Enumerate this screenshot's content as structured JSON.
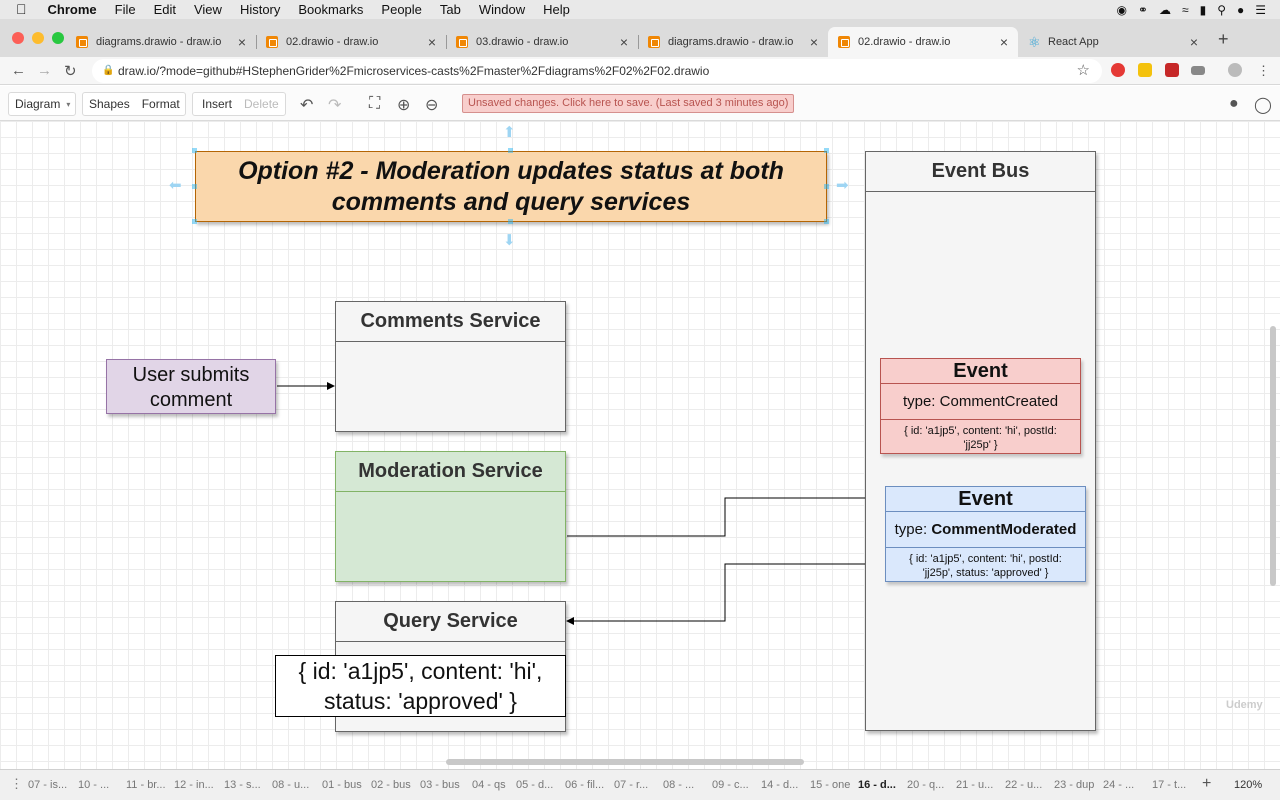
{
  "menubar": {
    "app": "Chrome",
    "items": [
      "File",
      "Edit",
      "View",
      "History",
      "Bookmarks",
      "People",
      "Tab",
      "Window",
      "Help"
    ]
  },
  "tabs": [
    {
      "title": "diagrams.drawio - draw.io",
      "active": false
    },
    {
      "title": "02.drawio - draw.io",
      "active": false
    },
    {
      "title": "03.drawio - draw.io",
      "active": false
    },
    {
      "title": "diagrams.drawio - draw.io",
      "active": false
    },
    {
      "title": "02.drawio - draw.io",
      "active": true
    },
    {
      "title": "React App",
      "active": false
    }
  ],
  "address": {
    "url": "draw.io/?mode=github#HStephenGrider%2Fmicroservices-casts%2Fmaster%2Fdiagrams%2F02%2F02.drawio"
  },
  "toolbar": {
    "diagram": "Diagram",
    "shapes": "Shapes",
    "format": "Format",
    "insert": "Insert",
    "delete": "Delete",
    "unsaved": "Unsaved changes. Click here to save. (Last saved 3 minutes ago)"
  },
  "diagram": {
    "title_line1": "Option #2 - Moderation updates status at both",
    "title_line2": "comments and query services",
    "user_box": "User submits comment",
    "comments_service": "Comments Service",
    "moderation_service": "Moderation Service",
    "query_service": "Query Service",
    "query_data_line1": "{ id: 'a1jp5', content: 'hi',",
    "query_data_line2": "status: 'approved' }",
    "event_bus": "Event Bus",
    "event1": {
      "header": "Event",
      "type_label": "type:",
      "type_value": "CommentCreated",
      "data": "{ id: 'a1jp5', content: 'hi', postId: 'jj25p' }"
    },
    "event2": {
      "header": "Event",
      "type_label": "type:",
      "type_value": "CommentModerated",
      "data": "{ id: 'a1jp5', content: 'hi', postId: 'jj25p', status: 'approved' }"
    }
  },
  "sheets": [
    "07 - is...",
    "10 - ...",
    "11 - br...",
    "12 - in...",
    "13 - s...",
    "08 - u...",
    "01 - bus",
    "02 - bus",
    "03 - bus",
    "04 - qs",
    "05 - d...",
    "06 - fil...",
    "07 - r...",
    "08 - ...",
    "09 - c...",
    "14 - d...",
    "15 - one",
    "16 - d...",
    "20 - q...",
    "21 - u...",
    "22 - u...",
    "23 - dup",
    "24 - ...",
    "17 - t..."
  ],
  "active_sheet": "16 - d...",
  "zoom": "120%",
  "watermark": "Udemy",
  "colors": {
    "title_fill": "#fad7ac",
    "user_fill": "#e1d5e7",
    "moderation_fill": "#d5e8d4",
    "event1_fill": "#f8cecc",
    "event2_fill": "#dae8fc",
    "box_fill": "#f5f5f5"
  }
}
